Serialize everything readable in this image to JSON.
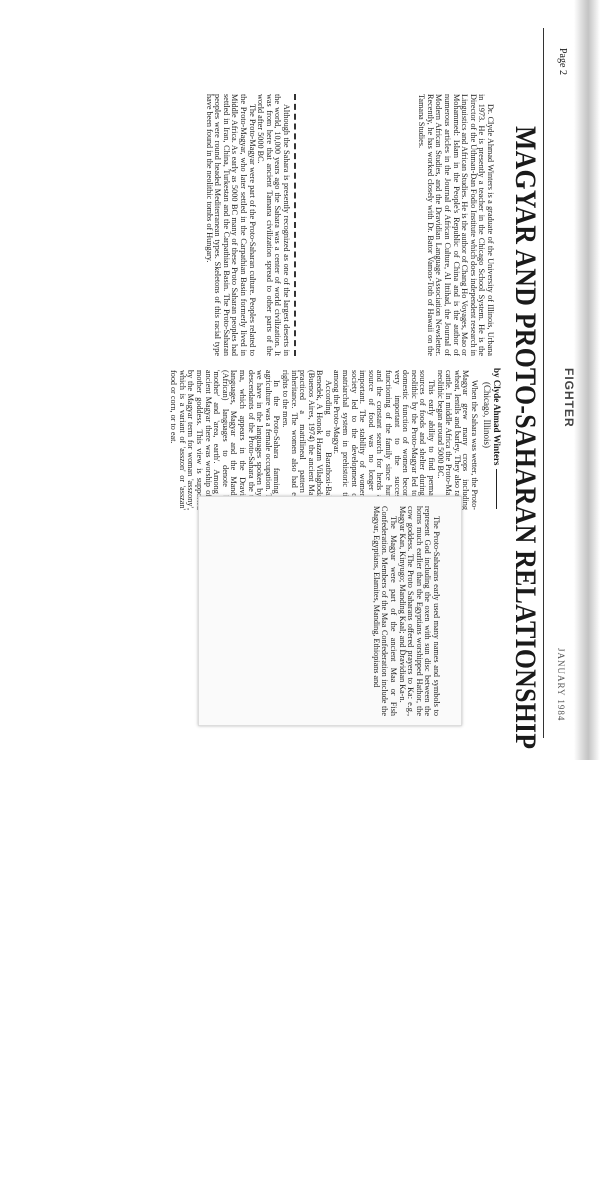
{
  "header": {
    "page_number": "Page 2",
    "publication": "FIGHTER",
    "date": "JANUARY 1984"
  },
  "article": {
    "headline": "MAGYAR AND PROTO-SAHARAN RELATIONSHIP",
    "byline": "by Clyde Ahmad Winters",
    "location": "(Chicago, Illinois)",
    "bio": "Dr. Clyde Ahmad Winters is a graduate of the University of Illinois, Urbana in 1973. He is presently a teacher in the Chicago School System. He is the Director of the Uthman-Dan Fodio Institute which does independent research in Linguistics and African Studies. He is the author of Chang Ho Voyages, Mao or Mohammed: Islam in the People's Republic of China and is the author of numerous articles in the Journal of African Culture, Al Ittihad, the Journal of Modern African Studies, and the Dravidian Language Association Newsletter. Recently, he has worked closely with Dr. Bator Vamos-Toth of Hawaii on the Tamana Studies.",
    "column1": [
      "Although the Sahara is presently recognized as one of the largest deserts in the world, 10,000 years ago the Sahara was a center of world civilization. It was from here that ancient Tamana civilization spread to other parts of the world after 5000 BC.",
      "The Proto-Magyar were part of the Proto-Saharan culture. Peoples related to the Proto-Magyar, who later settled in the Carpathian Basin formerly lived in Middle Africa. As early as 5000 BC many of these Proto Saharan peoples had settled in Iran, China, Turkestan and the Carpathian Basin. The Proto-Saharan peoples were round headed Mediterranean types. Skeletons of this racial type have been found in the neolithic tombs of Hungary."
    ],
    "column2": [
      "When the Sahara was wetter, the Proto-Magyar grew many crops including wheat, lentils and barley. They also raised cattle. In middle Africa the Proto-Magyar neolithic began around 5000 BC.",
      "This early ability to find permanent sources of foods and shelter during the neolithic by the Proto-Magyar led to the domestic function of women becoming very important to the successful functioning of the family since hunting and the constant search for herds as a source of food was no longer that important. The stability of women in society led to the development of a matriarchal system in prehistoric times among the Proto-Magyar.",
      "According to Barathosi-Balogh Benedek, A Honok Hazam Vilaghodalma (Buenos Aires, 1974) the ancient Magyar practiced a matrilineal pattern of inheritance. The women also had equal rights to the men.",
      "In the Proto-Sahara farming or agriculture was a female occupation. Thus we have in the languages spoken by the descendants of the Proto-Sahara the term ma, which appears in the Dravidian languages, Magyar and the Mandingo (African) languages to denote both 'mother' and 'area, earth'. Among the ancient Magyar there was worship of the mother goddess. This view is supported by the Magyar term for woman 'asszony', which is a variant of 'asszon' or 'asszan' food or corn, or to eat."
    ],
    "column3": [
      "The Proto-Saharans early used many names and symbols to represent God including the oxen with sun disc between the horns much earlier than the Egyptians worshipped Hathor, the cow goddess. The Proto Saharans offered prayers to Ka: e.g., Magyar Kan, Kinyugo; Manding Kaal; and Dravidian Ka-n.",
      "The Magyar were part of the ancient Maa or Fish Confederation. Members of the Maa Confederation include the Magyar, Egyptians, Elamites, Manding, Ethiopians and"
    ]
  }
}
